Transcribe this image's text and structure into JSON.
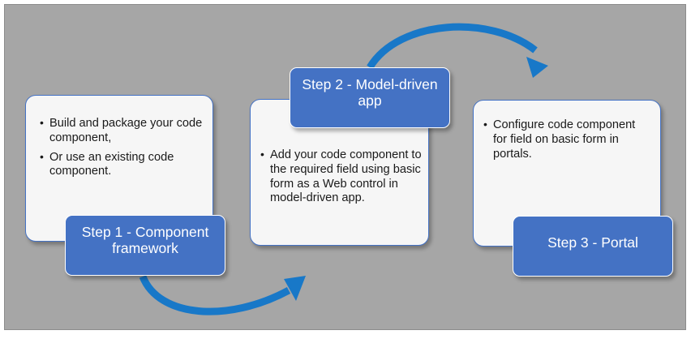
{
  "canvas": {
    "background_color": "#a6a6a6",
    "border_color": "#8c8c8c",
    "accent_blue": "#4472c4",
    "arrow_blue": "#1878c8",
    "card_background": "#f6f6f6"
  },
  "steps": [
    {
      "id": "step-1",
      "banner_label": "Step 1 - Component framework",
      "bullets": [
        "Build and package your code component,",
        "Or use an existing code component."
      ]
    },
    {
      "id": "step-2",
      "banner_label": "Step 2 - Model-driven app",
      "bullets": [
        "Add your code component to the required field using basic form as a Web control in model-driven app."
      ]
    },
    {
      "id": "step-3",
      "banner_label": "Step 3 - Portal",
      "bullets": [
        "Configure code component for field on basic form in portals."
      ]
    }
  ],
  "arrows": [
    {
      "id": "arrow-1-to-2",
      "from": "step-1",
      "to": "step-2",
      "direction": "curve-down-right"
    },
    {
      "id": "arrow-2-to-3",
      "from": "step-2",
      "to": "step-3",
      "direction": "curve-up-right"
    }
  ]
}
